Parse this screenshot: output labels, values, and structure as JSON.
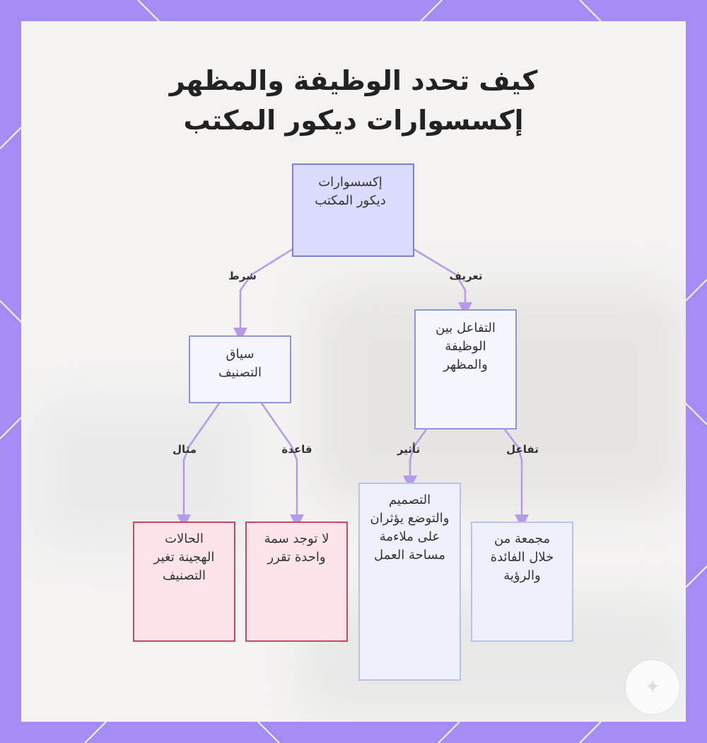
{
  "title": {
    "line1": "كيف تحدد الوظيفة والمظهر",
    "line2": "إكسسوارات ديكور المكتب"
  },
  "nodes": {
    "root": "إكسسوارات ديكور المكتب",
    "interaction": "التفاعل بين الوظيفة والمظهر",
    "context": "سياق التصنيف",
    "hybrid": "الحالات الهجينة تغير التصنيف",
    "no_single": "لا توجد سمة واحدة تقرر",
    "design": "التصميم والتوضع يؤثران على ملاءمة مساحة العمل",
    "combined": "مجمعة من خلال الفائدة والرؤية"
  },
  "edges": {
    "condition": "شرط",
    "definition": "تعريف",
    "example": "مثال",
    "rule": "قاعدة",
    "effect": "تأثير",
    "interact": "تفاعل"
  },
  "colors": {
    "frame": "#a58cf5",
    "edge": "#b49ae8",
    "root_fill": "#dadbff",
    "red_border": "#c44a62"
  }
}
